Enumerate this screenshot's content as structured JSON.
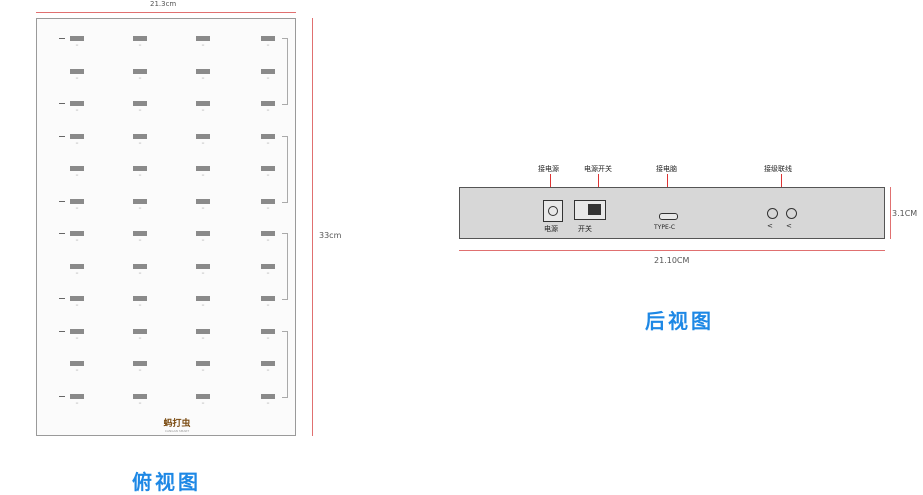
{
  "top_view": {
    "width_label": "21.3cm",
    "height_label": "33cm",
    "caption": "俯视图",
    "logo_text": "蚂打虫",
    "logo_sub": "CANGAN SMART"
  },
  "rear_view": {
    "labels": {
      "power_input": "接电源",
      "power_switch": "电源开关",
      "typec_input": "接电脑",
      "cascade": "接级联线"
    },
    "port_labels": {
      "power": "电源",
      "switch": "开关",
      "typec": "TYPE-C"
    },
    "width_label": "21.10CM",
    "height_label": "3.1CM",
    "caption": "后视图"
  }
}
